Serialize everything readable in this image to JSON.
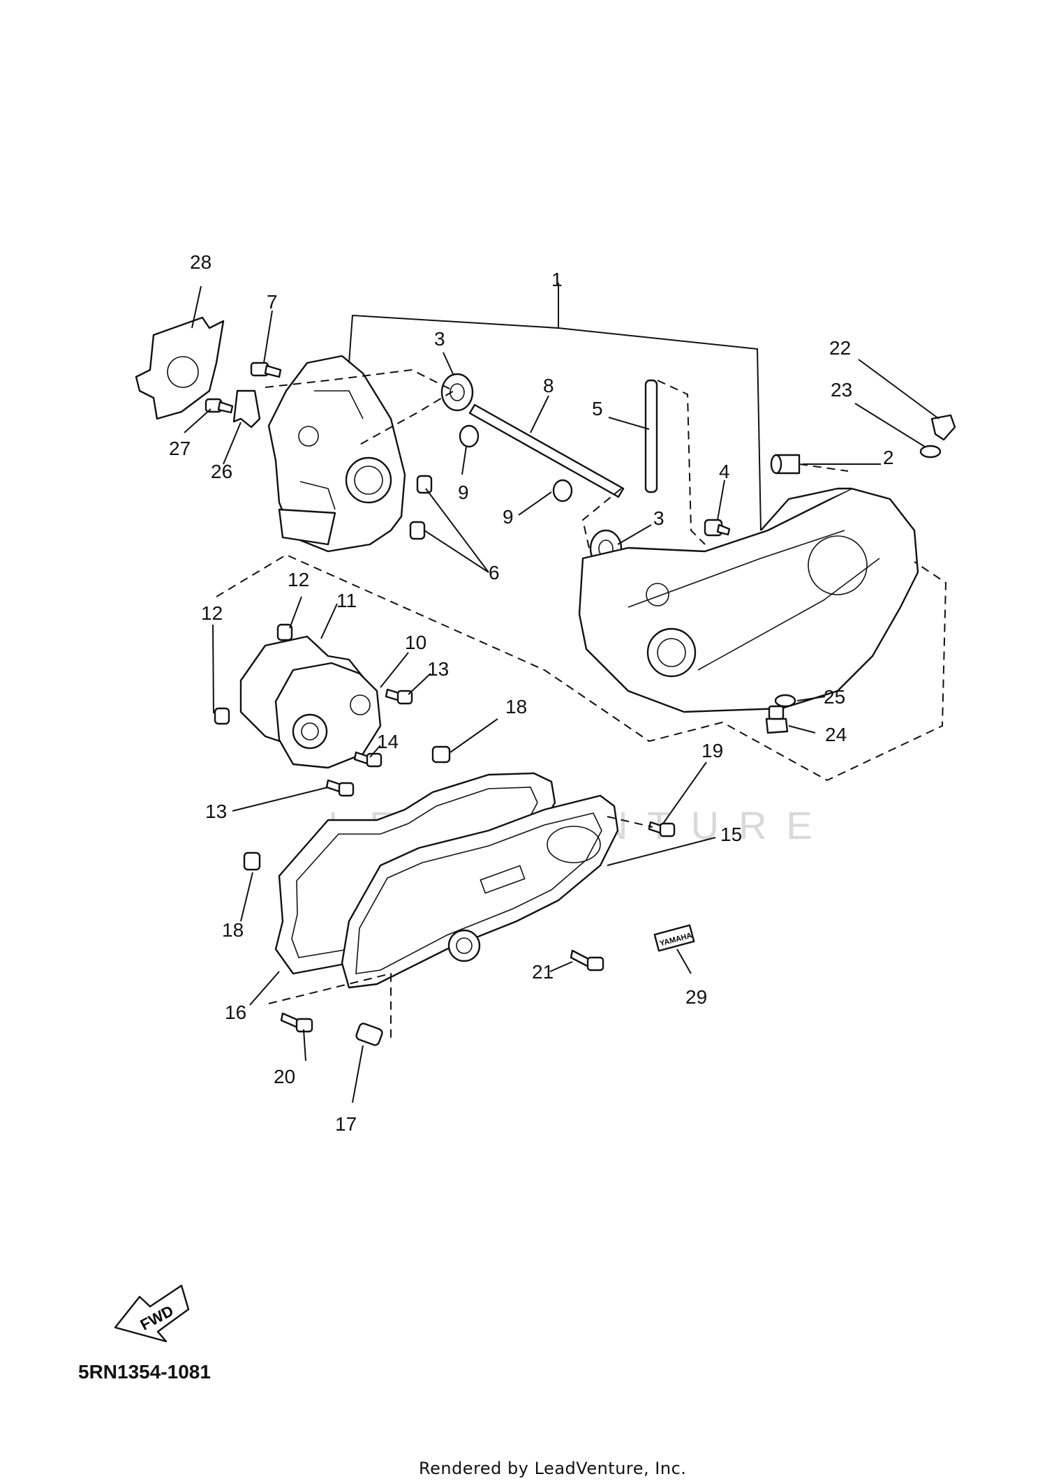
{
  "diagram": {
    "callouts": [
      {
        "id": "c1",
        "label": "1"
      },
      {
        "id": "c2",
        "label": "2"
      },
      {
        "id": "c3a",
        "label": "3"
      },
      {
        "id": "c3b",
        "label": "3"
      },
      {
        "id": "c4",
        "label": "4"
      },
      {
        "id": "c5",
        "label": "5"
      },
      {
        "id": "c6",
        "label": "6"
      },
      {
        "id": "c7",
        "label": "7"
      },
      {
        "id": "c8",
        "label": "8"
      },
      {
        "id": "c9a",
        "label": "9"
      },
      {
        "id": "c9b",
        "label": "9"
      },
      {
        "id": "c10",
        "label": "10"
      },
      {
        "id": "c11",
        "label": "11"
      },
      {
        "id": "c12a",
        "label": "12"
      },
      {
        "id": "c12b",
        "label": "12"
      },
      {
        "id": "c13a",
        "label": "13"
      },
      {
        "id": "c13b",
        "label": "13"
      },
      {
        "id": "c14",
        "label": "14"
      },
      {
        "id": "c15",
        "label": "15"
      },
      {
        "id": "c16",
        "label": "16"
      },
      {
        "id": "c17",
        "label": "17"
      },
      {
        "id": "c18a",
        "label": "18"
      },
      {
        "id": "c18b",
        "label": "18"
      },
      {
        "id": "c19",
        "label": "19"
      },
      {
        "id": "c20",
        "label": "20"
      },
      {
        "id": "c21",
        "label": "21"
      },
      {
        "id": "c22",
        "label": "22"
      },
      {
        "id": "c23",
        "label": "23"
      },
      {
        "id": "c24",
        "label": "24"
      },
      {
        "id": "c25",
        "label": "25"
      },
      {
        "id": "c26",
        "label": "26"
      },
      {
        "id": "c27",
        "label": "27"
      },
      {
        "id": "c28",
        "label": "28"
      },
      {
        "id": "c29",
        "label": "29"
      }
    ],
    "fwd_label": "FWD",
    "decal_label": "YAMAHA"
  },
  "footer": {
    "page_id": "5RN1354-1081",
    "credit": "Rendered by LeadVenture, Inc."
  },
  "watermark": "LEADVENTURE"
}
